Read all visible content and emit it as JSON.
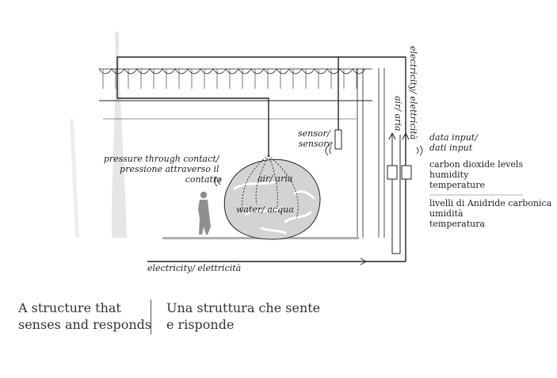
{
  "diagram": {
    "labels": {
      "electricity_vertical": "electricity/ elettricità",
      "air_vertical": "air/ aria",
      "sensor": [
        "sensor/",
        "sensore"
      ],
      "pressure": [
        "pressure through contact/",
        "pressione attraverso il",
        "contatto"
      ],
      "air_inside": "air/ aria",
      "water_inside": "water/ acqua",
      "data_input": [
        "data input/",
        "dati input"
      ],
      "measures_en": [
        "carbon dioxide levels",
        "humidity",
        "temperature"
      ],
      "measures_it": [
        "livelli di Anidride carbonica",
        "umidità",
        "temperatura"
      ],
      "electricity_bottom": "electricity/ elettricità"
    },
    "colors": {
      "line": "#222222",
      "sphere_fill": "#d3d3d3",
      "floor": "#b0b0b0",
      "ghost": "#e4e4e4",
      "text": "#222222"
    }
  },
  "caption": {
    "english": [
      "A structure that",
      "senses and responds"
    ],
    "italian": [
      "Una struttura che sente",
      "e risponde"
    ]
  }
}
